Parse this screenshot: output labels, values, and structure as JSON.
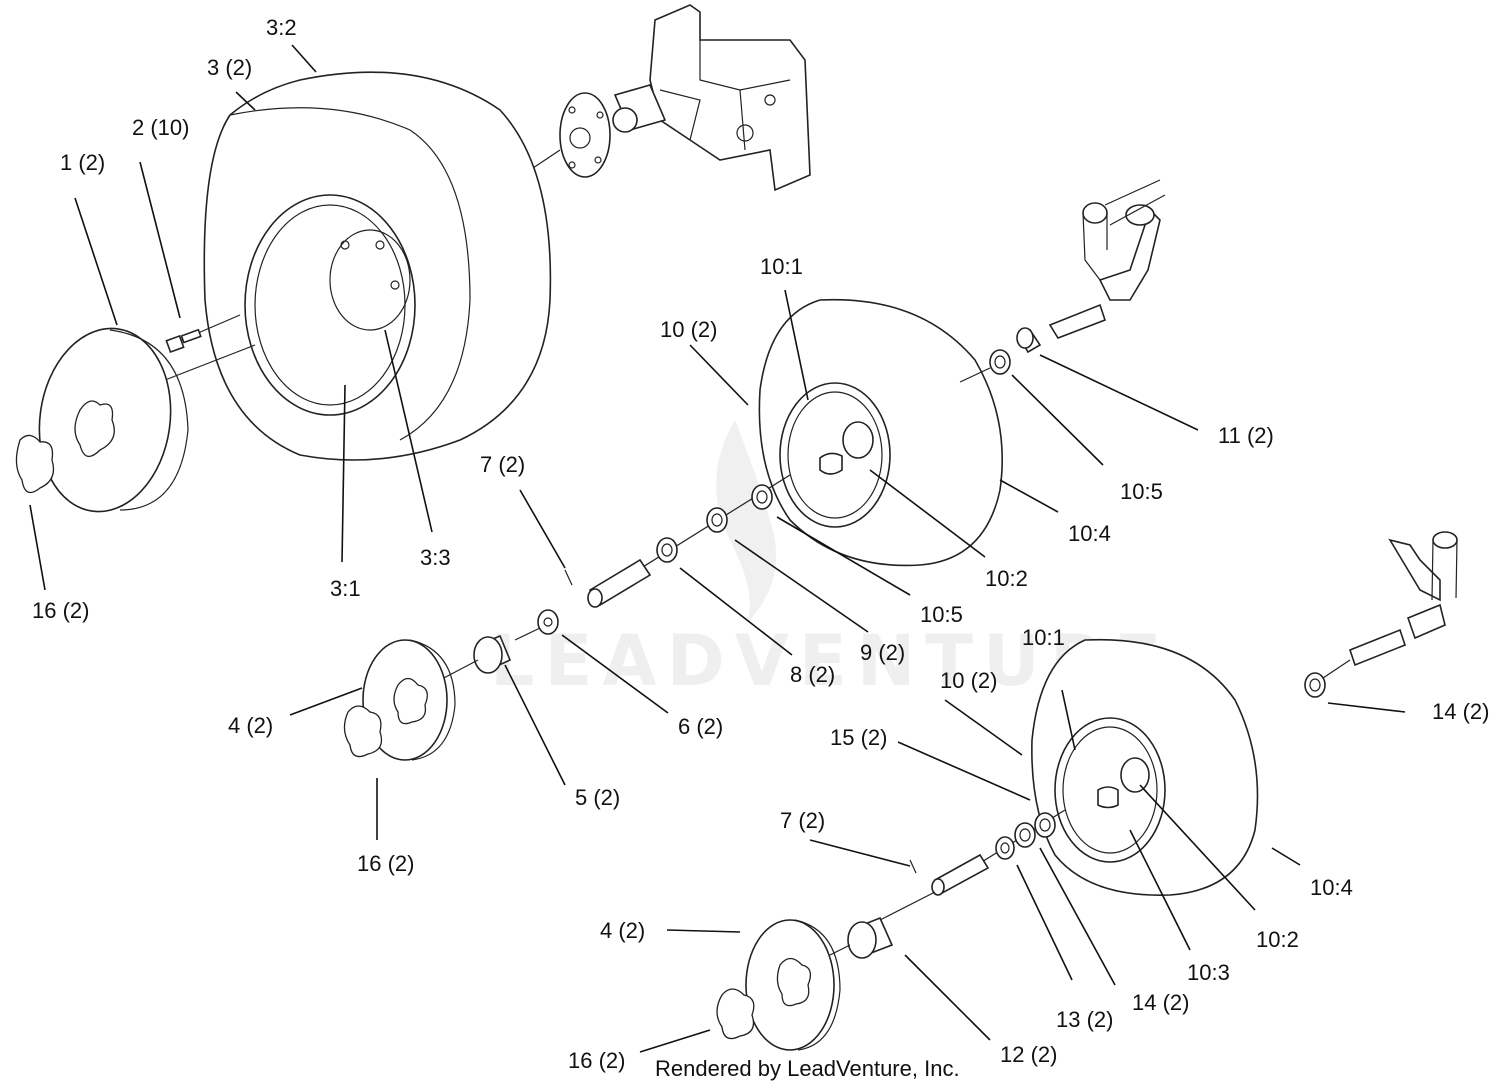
{
  "labels": {
    "l_3_2": "3:2",
    "l_3": "3 (2)",
    "l_2": "2 (10)",
    "l_1": "1 (2)",
    "l_16a": "16 (2)",
    "l_3_1": "3:1",
    "l_3_3": "3:3",
    "l_10_1a": "10:1",
    "l_10a": "10 (2)",
    "l_11": "11 (2)",
    "l_10_5a": "10:5",
    "l_10_4a": "10:4",
    "l_10_2a": "10:2",
    "l_10_5b": "10:5",
    "l_7a": "7 (2)",
    "l_9": "9 (2)",
    "l_8": "8 (2)",
    "l_6": "6 (2)",
    "l_5": "5 (2)",
    "l_4a": "4 (2)",
    "l_16b": "16 (2)",
    "l_10_1b": "10:1",
    "l_10b": "10 (2)",
    "l_15": "15 (2)",
    "l_14a": "14 (2)",
    "l_7b": "7 (2)",
    "l_10_4b": "10:4",
    "l_10_2b": "10:2",
    "l_10_3": "10:3",
    "l_14b": "14 (2)",
    "l_13": "13 (2)",
    "l_12": "12 (2)",
    "l_4b": "4 (2)",
    "l_16c": "16 (2)"
  },
  "footer": "Rendered by LeadVenture, Inc.",
  "watermark": "LEADVENTURE"
}
